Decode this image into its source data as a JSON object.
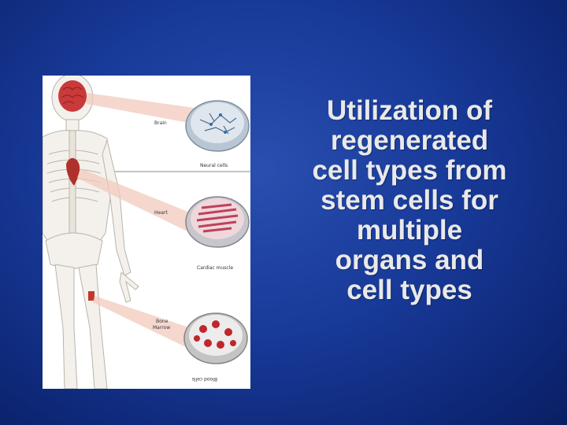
{
  "slide": {
    "title_lines": [
      "Utilization of",
      "regenerated",
      "cell types from",
      "stem cells for",
      "multiple",
      "organs and",
      "cell types"
    ]
  },
  "figure": {
    "labels": {
      "brain": "Brain",
      "neural_cells": "Neural cells",
      "heart": "Heart",
      "cardiac_muscle": "Cardiac muscle",
      "bone": "Bone",
      "marrow": "Marrow",
      "blood_cells": "Blood cells"
    }
  }
}
